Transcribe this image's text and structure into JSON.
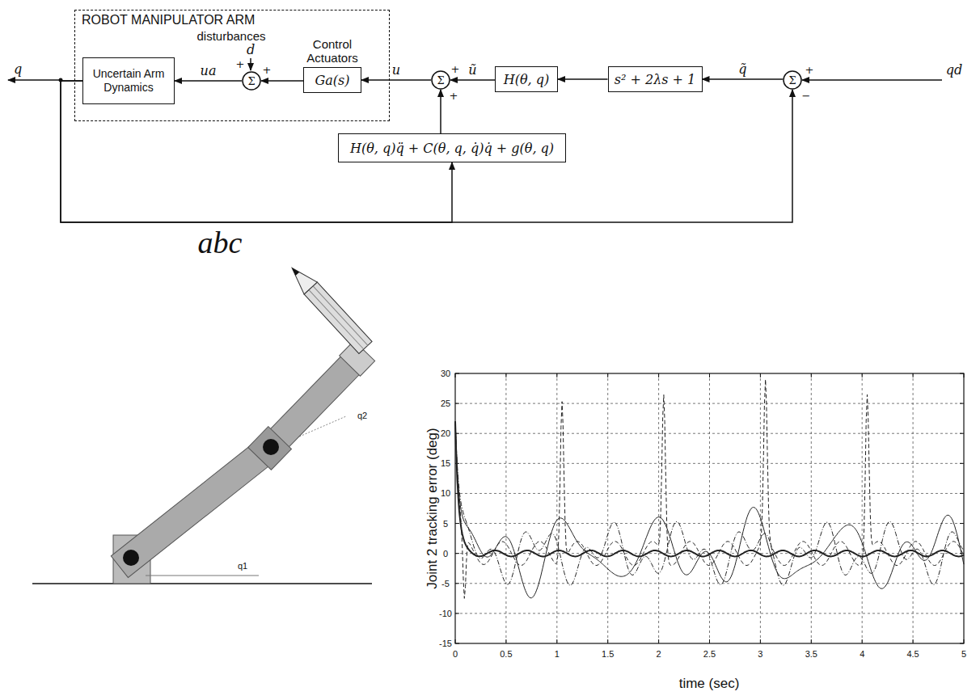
{
  "diagram": {
    "nodes": [
      {
        "text": [
          "ROBOT MANIPULATOR ARM"
        ]
      },
      {
        "text": [
          "Uncertain Arm Dynamics"
        ],
        "in": 0
      },
      {
        "text": [
          "Σ"
        ],
        "in": 0
      },
      {
        "text": [
          "Control Actuators",
          "Ga(s)"
        ],
        "in": 0
      },
      {
        "text": [
          "Σ"
        ]
      },
      {
        "text": [
          "H(θ, q)"
        ]
      },
      {
        "text": [
          "s² + 2λs + 1"
        ]
      },
      {
        "text": [
          "Σ"
        ]
      },
      {
        "text": [
          "H(θ, q)q̈ + C(θ, q, q̇)q̇ + g(θ, q)"
        ]
      }
    ],
    "edges": [
      {
        "from": 2,
        "to": 1,
        "arrow": "to",
        "label": "ua"
      },
      {
        "from": 3,
        "to": 2,
        "arrow": "to"
      },
      {
        "from": 4,
        "to": 3,
        "arrow": "to",
        "label": "u"
      },
      {
        "from": 5,
        "to": 4,
        "arrow": "to",
        "label": "ũ"
      },
      {
        "from": 6,
        "to": 5,
        "arrow": "to"
      },
      {
        "from": 7,
        "to": 6,
        "arrow": "to",
        "label": "q̃"
      },
      {
        "from": 8,
        "to": 4,
        "arrow": "to"
      },
      {
        "from": 1,
        "to": 8,
        "arrow": "to"
      },
      {
        "from": 1,
        "to": 7,
        "arrow": "to"
      }
    ],
    "labels": [
      "disturbances",
      "d",
      "+",
      "+",
      "+",
      "+",
      "+",
      "−",
      "q",
      "qd",
      "abc",
      "q1",
      "q2",
      "Joint 2 tracking error (deg)",
      "time (sec)",
      "0",
      "0.5",
      "1",
      "1.5",
      "2",
      "2.5",
      "3",
      "3.5",
      "4",
      "4.5",
      "5",
      "-15",
      "-10",
      "-5",
      "0",
      "5",
      "10",
      "15",
      "20",
      "25",
      "30"
    ]
  }
}
